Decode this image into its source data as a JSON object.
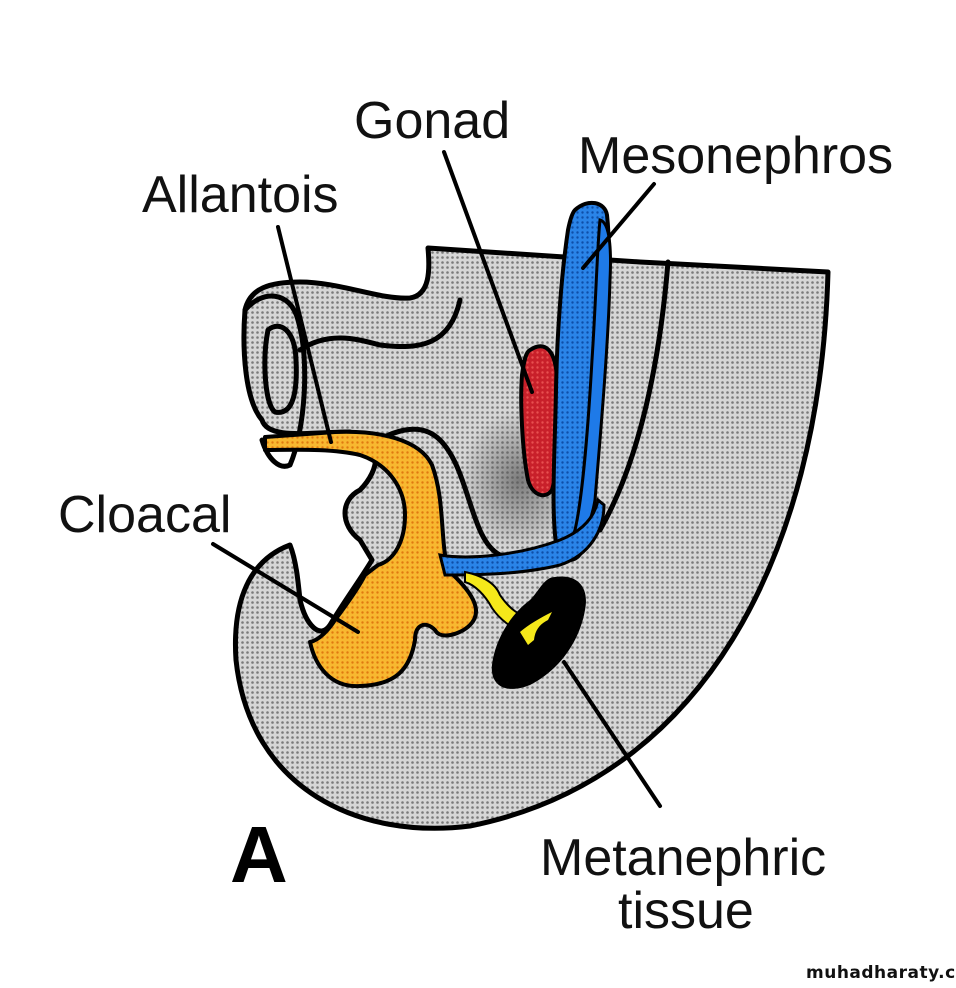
{
  "figure": {
    "panel_letter": "A",
    "labels": {
      "gonad": "Gonad",
      "mesonephros": "Mesonephros",
      "allantois": "Allantois",
      "cloacal": "Cloacal",
      "metanephric_line1": "Metanephric",
      "metanephric_line2": "tissue"
    },
    "colors": {
      "tissue_gray": "#c8c8c8",
      "gonad_red": "#c8202a",
      "mesonephros_blue": "#1e78e0",
      "mesonephric_duct_blue": "#2a6fc8",
      "allantois_orange": "#f5a623",
      "ureteric_bud_yellow": "#f5e81a",
      "metanephric_black": "#000000"
    }
  },
  "watermark": "muhadharaty.com"
}
